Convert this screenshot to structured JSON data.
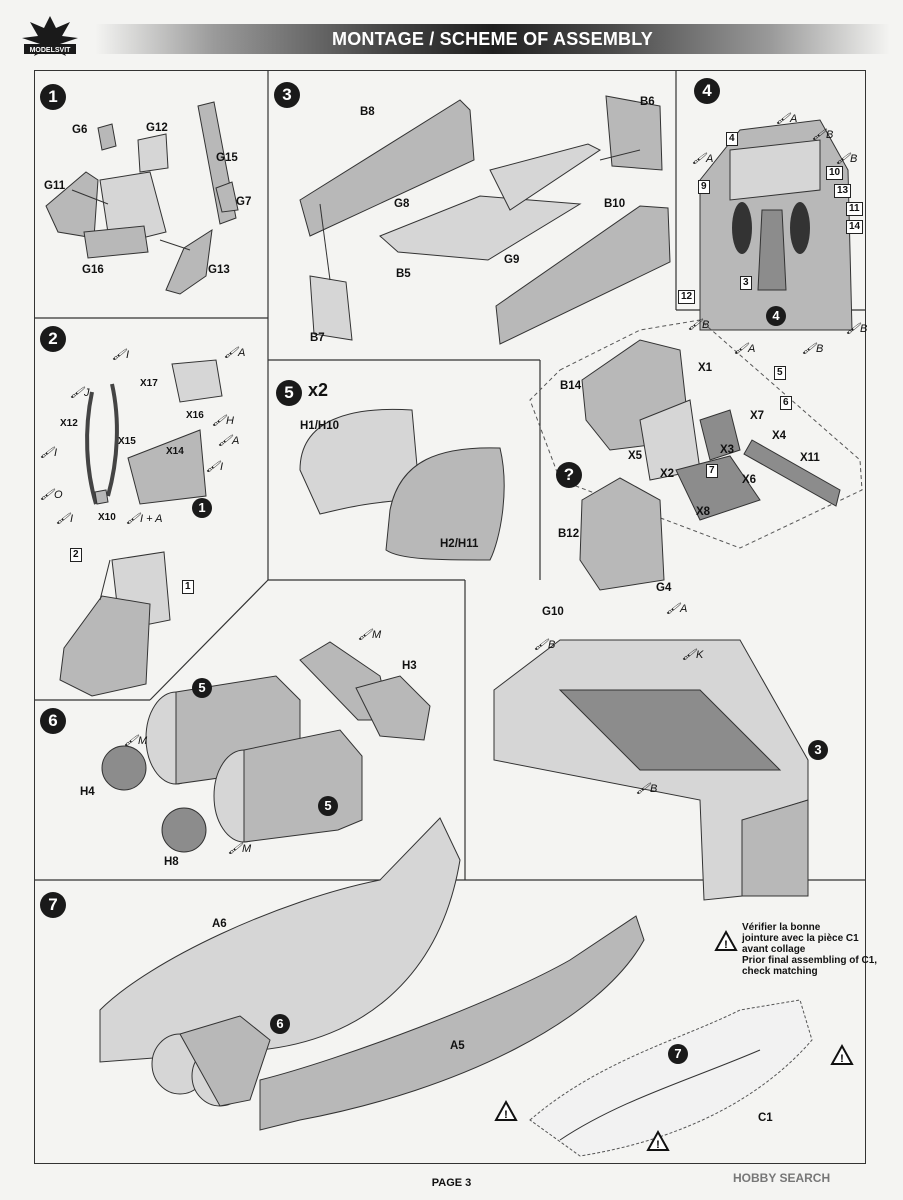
{
  "header": {
    "brand": "MODELSVIT",
    "title": "MONTAGE / SCHEME OF ASSEMBLY"
  },
  "steps": {
    "s1": "1",
    "s2": "2",
    "s3": "3",
    "s4": "4",
    "s5": "5",
    "s6": "6",
    "s7": "7",
    "s5_multiplier": "x2",
    "help": "?"
  },
  "step1": {
    "labels": [
      "G6",
      "G12",
      "G15",
      "G11",
      "G7",
      "G16",
      "G13"
    ]
  },
  "step2": {
    "labels": [
      "X17",
      "X16",
      "X12",
      "X15",
      "X14",
      "X10"
    ],
    "paints": [
      "I",
      "A",
      "J",
      "H",
      "A",
      "I",
      "I",
      "I + A",
      "O",
      "I"
    ],
    "boxes": [
      "2",
      "1"
    ],
    "ref": "1"
  },
  "step3": {
    "labels": [
      "B8",
      "B6",
      "G8",
      "B10",
      "B5",
      "G9",
      "B7"
    ]
  },
  "step4": {
    "paints": [
      "A",
      "B",
      "A",
      "B",
      "B",
      "A",
      "B",
      "B"
    ],
    "boxes": [
      "4",
      "9",
      "10",
      "13",
      "11",
      "14",
      "3",
      "12"
    ],
    "ref": "4"
  },
  "step5": {
    "labels": [
      "H1/H10",
      "H2/H11"
    ]
  },
  "step6": {
    "labels": [
      "H3",
      "H4",
      "H8"
    ],
    "paints": [
      "M",
      "M",
      "M"
    ],
    "refs": [
      "5",
      "5"
    ]
  },
  "cockpit": {
    "labels": [
      "B14",
      "X1",
      "X7",
      "X4",
      "X5",
      "X3",
      "X2",
      "X6",
      "X11",
      "X8",
      "B12",
      "G4",
      "G10"
    ],
    "paints": [
      "A",
      "B",
      "K",
      "B"
    ],
    "boxes": [
      "5",
      "6",
      "7"
    ],
    "ref": "3"
  },
  "step7": {
    "labels": [
      "A6",
      "A5",
      "C1"
    ],
    "ref_engine": "6",
    "ref_small": "7",
    "note": [
      "Vérifier la bonne",
      "jointure avec la pièce C1",
      "avant collage",
      "Prior final assembling of C1,",
      "check matching"
    ]
  },
  "footer": {
    "page": "PAGE 3",
    "watermark": "HOBBY SEARCH"
  }
}
